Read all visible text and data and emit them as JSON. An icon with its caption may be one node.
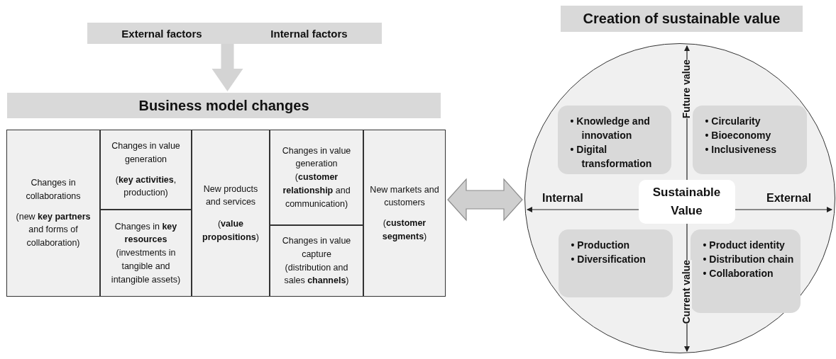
{
  "diagram": {
    "nodes": [
      {
        "text": [
          "External factors",
          "Internal factors"
        ]
      },
      {
        "text": [
          "Business model changes"
        ]
      },
      {
        "text": [],
        "shape": "box"
      },
      {
        "text": [
          "Changes in collaborations",
          "(new **key partners** and forms of collaboration)"
        ],
        "in": 2
      },
      {
        "text": [
          "Changes in value generation",
          "(**key activities**, production)"
        ],
        "in": 2
      },
      {
        "text": [
          "Changes in **key resources**",
          "(investments in tangible and intangible assets)"
        ],
        "in": 2
      },
      {
        "text": [
          "New products and services",
          "(**value propositions**)"
        ],
        "in": 2
      },
      {
        "text": [
          "Changes in value generation",
          "(**customer relationship** and communication)"
        ],
        "in": 2
      },
      {
        "text": [
          "Changes in value capture",
          "(distribution and sales **channels**)"
        ],
        "in": 2
      },
      {
        "text": [
          "New markets and customers",
          "(**customer segments**)"
        ],
        "in": 2
      },
      {
        "text": [
          "Creation of sustainable value"
        ]
      },
      {
        "text": [],
        "shape": "circle"
      },
      {
        "text": [
          "• Knowledge and innovation",
          "• Digital transformation"
        ],
        "in": 11
      },
      {
        "text": [
          "• Circularity",
          "• Bioeconomy",
          "• Inclusiveness"
        ],
        "in": 11
      },
      {
        "text": [
          "Sustainable Value"
        ],
        "in": 11
      },
      {
        "text": [
          "• Production",
          "• Diversification"
        ],
        "in": 11
      },
      {
        "text": [
          "• Product identity",
          "• Distribution chain",
          "• Collaboration"
        ],
        "in": 11
      }
    ],
    "edges": [
      {
        "from": 0,
        "to": 1,
        "arrow": "to",
        "style": "thick"
      },
      {
        "from": 2,
        "to": 11,
        "arrow": "both",
        "style": "thick"
      }
    ],
    "labels": [
      "Future value",
      "Internal",
      "External",
      "Current value"
    ]
  }
}
